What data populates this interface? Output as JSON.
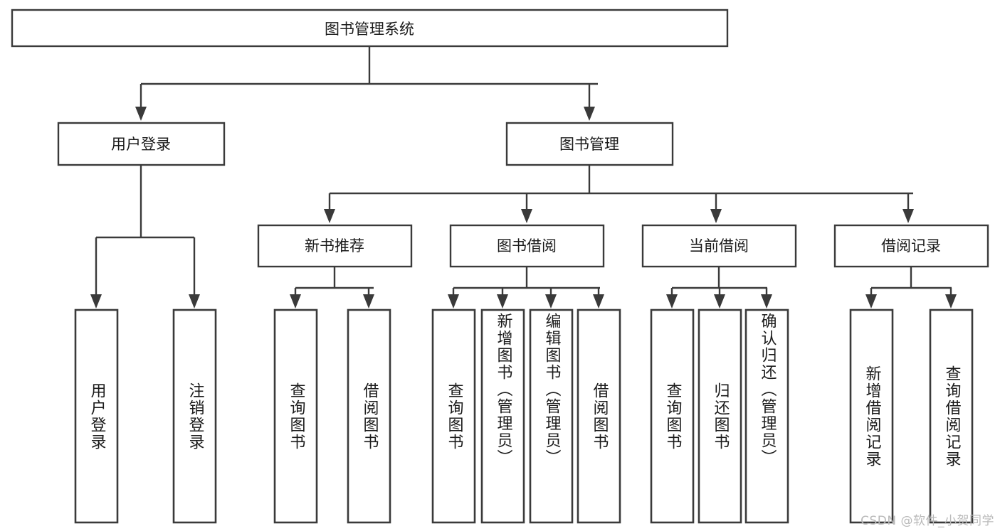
{
  "diagram": {
    "type": "hierarchy-tree",
    "title": "图书管理系统",
    "root": {
      "id": "root",
      "label": "图书管理系统",
      "orientation": "horizontal"
    },
    "level2": [
      {
        "id": "user-login",
        "label": "用户登录",
        "orientation": "horizontal"
      },
      {
        "id": "book-manage",
        "label": "图书管理",
        "orientation": "horizontal"
      }
    ],
    "level3": [
      {
        "id": "new-book-rec",
        "label": "新书推荐",
        "parent": "book-manage",
        "orientation": "horizontal"
      },
      {
        "id": "book-borrow",
        "label": "图书借阅",
        "parent": "book-manage",
        "orientation": "horizontal"
      },
      {
        "id": "current-borrow",
        "label": "当前借阅",
        "parent": "book-manage",
        "orientation": "horizontal"
      },
      {
        "id": "borrow-record",
        "label": "借阅记录",
        "parent": "book-manage",
        "orientation": "horizontal"
      }
    ],
    "leaves": [
      {
        "id": "leaf-user-login",
        "label": "用户登录",
        "parent": "user-login",
        "orientation": "vertical"
      },
      {
        "id": "leaf-user-logout",
        "label": "注销登录",
        "parent": "user-login",
        "orientation": "vertical"
      },
      {
        "id": "leaf-query-book-1",
        "label": "查询图书",
        "parent": "new-book-rec",
        "orientation": "vertical"
      },
      {
        "id": "leaf-borrow-book-1",
        "label": "借阅图书",
        "parent": "new-book-rec",
        "orientation": "vertical"
      },
      {
        "id": "leaf-query-book-2",
        "label": "查询图书",
        "parent": "book-borrow",
        "orientation": "vertical"
      },
      {
        "id": "leaf-add-book",
        "label": "新增图书（管理员）",
        "parent": "book-borrow",
        "orientation": "vertical"
      },
      {
        "id": "leaf-edit-book",
        "label": "编辑图书（管理员）",
        "parent": "book-borrow",
        "orientation": "vertical"
      },
      {
        "id": "leaf-borrow-book-2",
        "label": "借阅图书",
        "parent": "book-borrow",
        "orientation": "vertical"
      },
      {
        "id": "leaf-query-book-3",
        "label": "查询图书",
        "parent": "current-borrow",
        "orientation": "vertical"
      },
      {
        "id": "leaf-return-book",
        "label": "归还图书",
        "parent": "current-borrow",
        "orientation": "vertical"
      },
      {
        "id": "leaf-confirm-return",
        "label": "确认归还（管理员）",
        "parent": "current-borrow",
        "orientation": "vertical"
      },
      {
        "id": "leaf-add-record",
        "label": "新增借阅记录",
        "parent": "borrow-record",
        "orientation": "vertical"
      },
      {
        "id": "leaf-query-record",
        "label": "查询借阅记录",
        "parent": "borrow-record",
        "orientation": "vertical"
      }
    ]
  },
  "watermark": {
    "text": "CSDN @软件_小贺同学"
  },
  "colors": {
    "stroke": "#3a3a3a",
    "box_fill": "#ffffff",
    "text": "#1b1b1b",
    "watermark": "#b9b9b9",
    "background": "#ffffff"
  }
}
